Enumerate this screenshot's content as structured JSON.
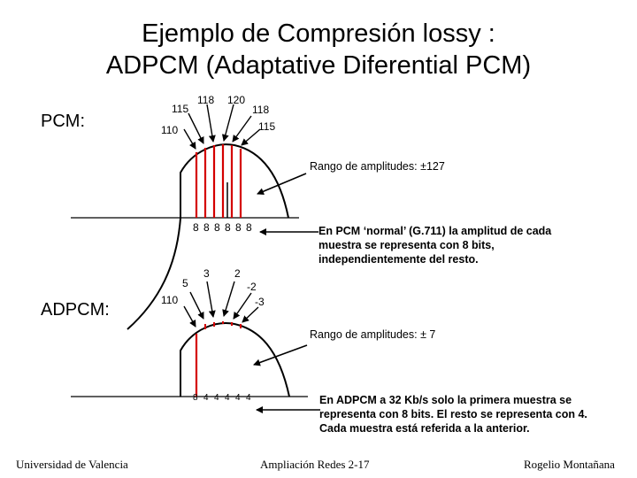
{
  "title": {
    "line1": "Ejemplo de Compresión lossy :",
    "line2": "ADPCM (Adaptative Diferential PCM)"
  },
  "pcm": {
    "label": "PCM:",
    "samples": [
      "110",
      "115",
      "118",
      "120",
      "118",
      "115"
    ],
    "bits": [
      "8",
      "8",
      "8",
      "8",
      "8",
      "8"
    ],
    "range_label": "Rango de amplitudes: ±127",
    "note": "En PCM ‘normal’ (G.711) la amplitud de cada muestra se representa con 8 bits, independientemente del resto.",
    "bar_color": "#d40000"
  },
  "adpcm": {
    "label": "ADPCM:",
    "samples": [
      "110",
      "5",
      "3",
      "2",
      "-2",
      "-3"
    ],
    "bits": [
      "8",
      "4",
      "4",
      "4",
      "4",
      "4"
    ],
    "range_label": "Rango de amplitudes: ± 7",
    "note": "En ADPCM a 32 Kb/s solo la primera muestra se representa con 8 bits. El resto se representa con 4. Cada muestra está referida a la anterior.",
    "bar_color": "#d40000"
  },
  "footer": {
    "left": "Universidad de Valencia",
    "center": "Ampliación Redes 2-17",
    "right": "Rogelio Montañana"
  }
}
